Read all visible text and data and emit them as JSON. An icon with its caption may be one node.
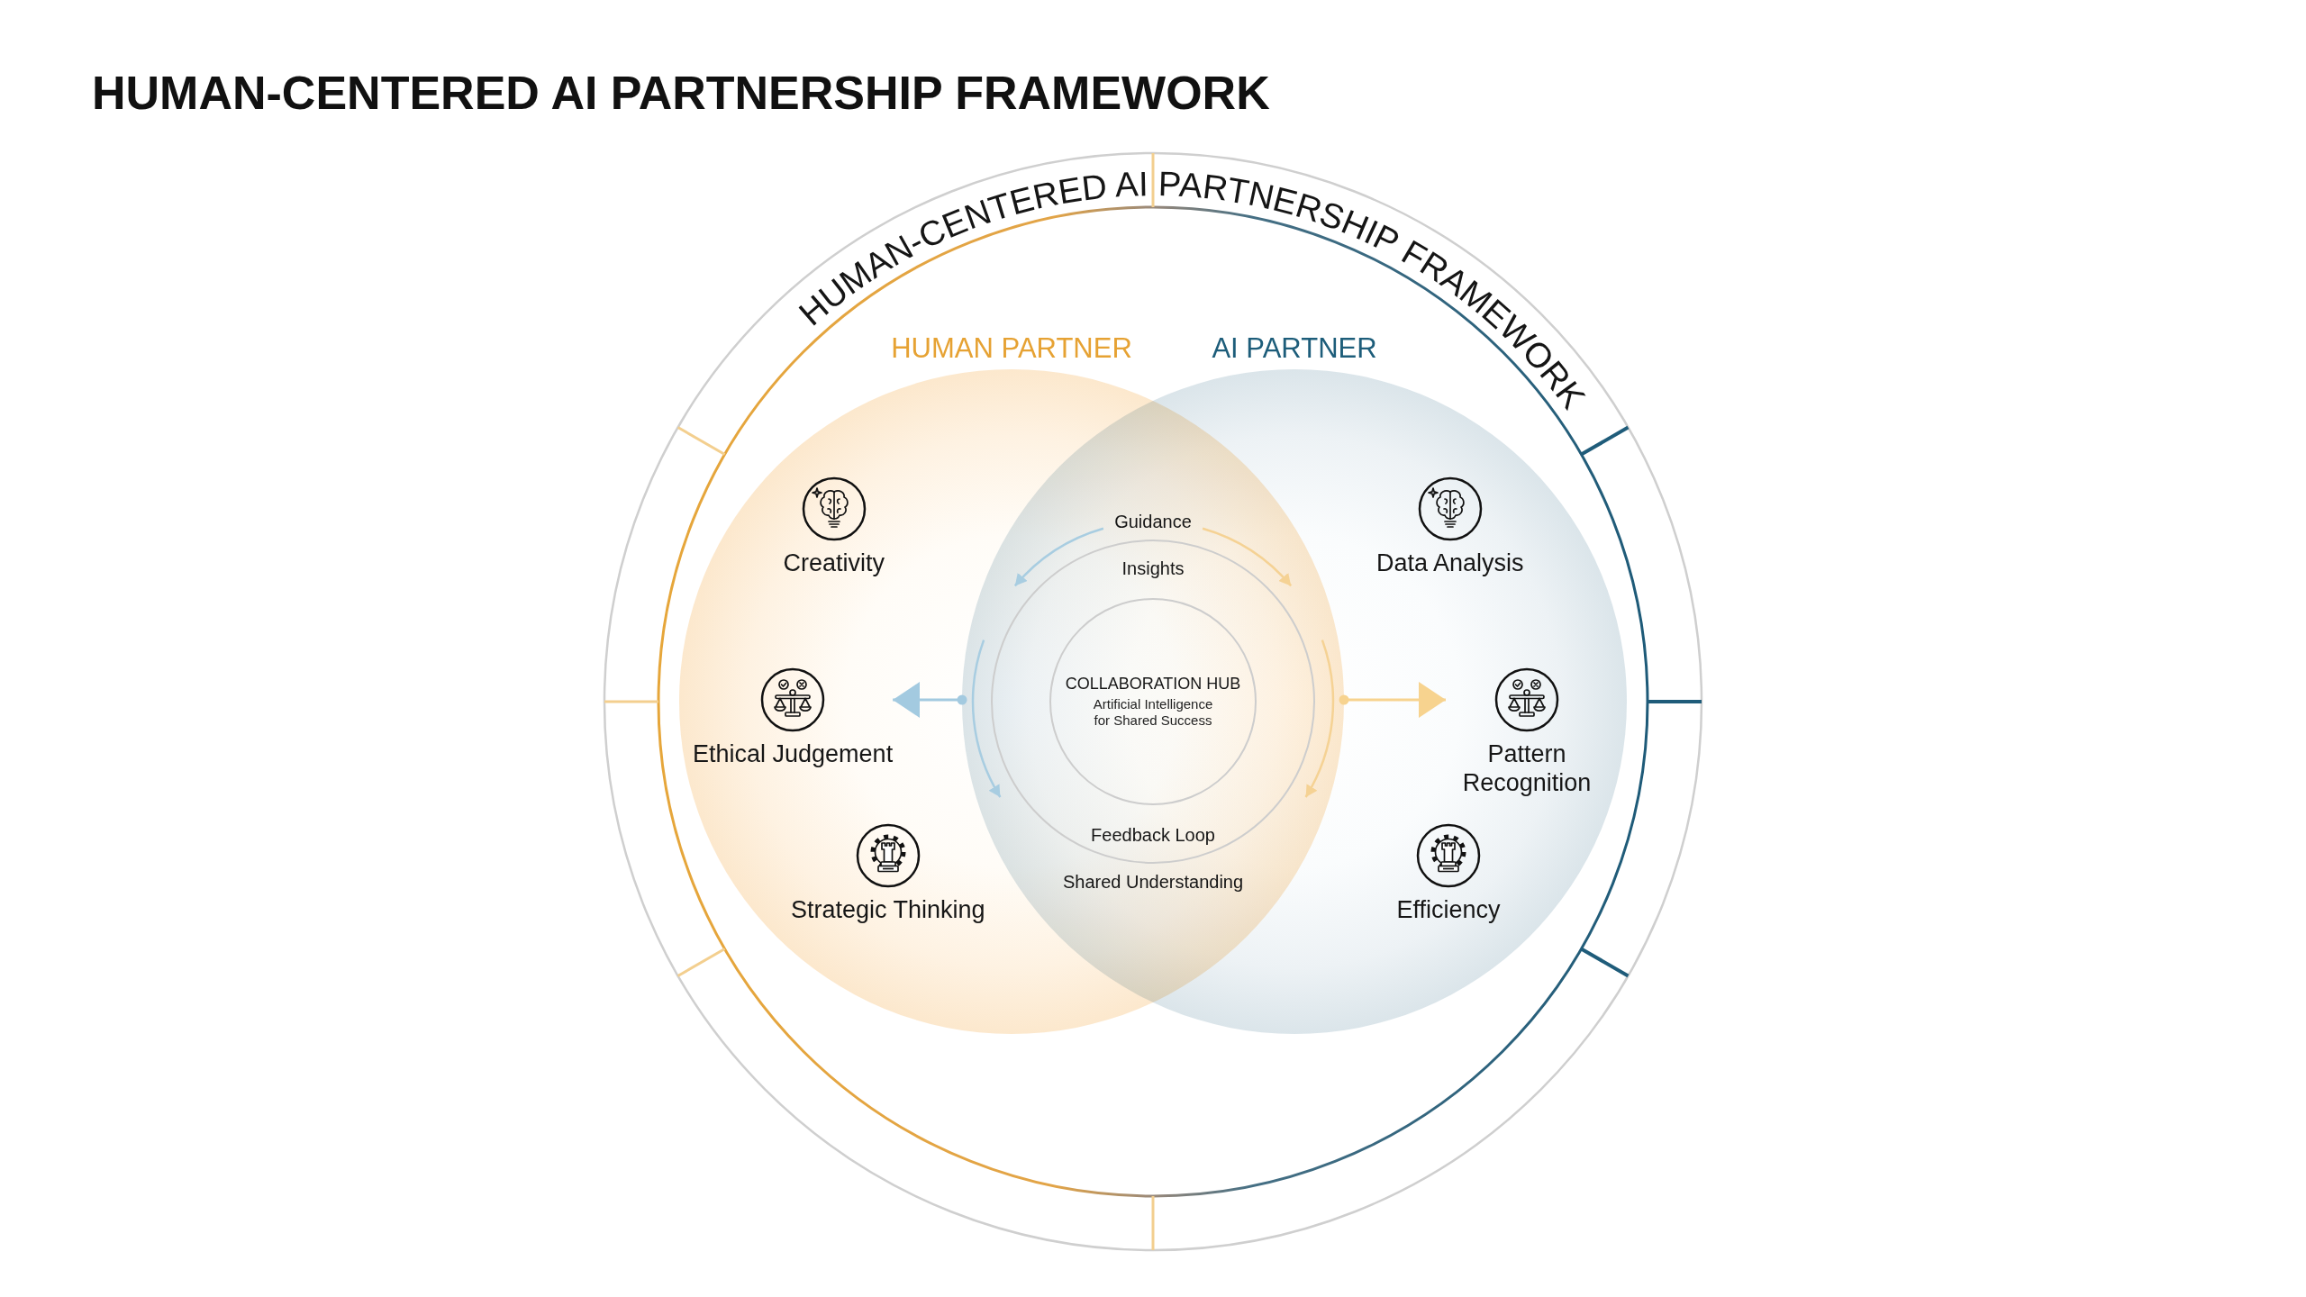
{
  "diagram": {
    "title": "HUMAN-CENTERED AI PARTNERSHIP FRAMEWORK",
    "nodes": [
      {
        "text": [
          "HUMAN-CENTERED AI PARTNERSHIP FRAMEWORK"
        ]
      },
      {
        "text": [
          "HUMAN PARTNER"
        ],
        "in": 0
      },
      {
        "text": [
          "AI PARTNER"
        ],
        "in": 0
      },
      {
        "text": [
          "Creativity"
        ],
        "in": 1
      },
      {
        "text": [
          "Ethical Judgement"
        ],
        "in": 1
      },
      {
        "text": [
          "Strategic Thinking"
        ],
        "in": 1
      },
      {
        "text": [
          "Insights",
          "Feedback Loop"
        ]
      },
      {
        "text": [
          "COLLABORATION HUB",
          "Artificial Intelligence for Shared Success"
        ],
        "in": 6
      },
      {
        "text": [
          "Data Analysis"
        ],
        "in": 2
      },
      {
        "text": [
          "Pattern Recognition"
        ],
        "in": 2
      },
      {
        "text": [
          "Efficiency"
        ],
        "in": 2
      }
    ],
    "edges": [
      {
        "from": 2,
        "to": 4,
        "arrow": "to",
        "color": "#a3cae0"
      },
      {
        "from": 1,
        "to": 9,
        "arrow": "to",
        "color": "#f7d38f"
      }
    ],
    "labels": [
      "Guidance",
      "Shared Understanding"
    ]
  }
}
